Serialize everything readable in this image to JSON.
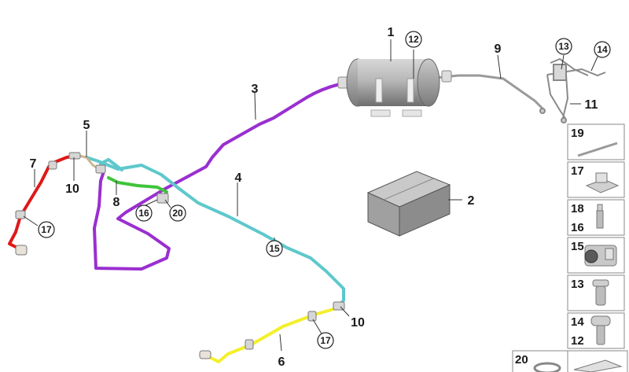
{
  "callouts": {
    "c1": "1",
    "c2": "2",
    "c3": "3",
    "c4": "4",
    "c5": "5",
    "c6": "6",
    "c7": "7",
    "c8": "8",
    "c9": "9",
    "c10a": "10",
    "c10b": "10",
    "c11": "11",
    "c12": "12",
    "c13": "13",
    "c14": "14",
    "c15": "15",
    "c16": "16",
    "c17a": "17",
    "c17b": "17",
    "c20": "20"
  },
  "side_panel": {
    "items": [
      "19",
      "17",
      "18",
      "16",
      "15",
      "13",
      "14",
      "12"
    ],
    "bottom": "20"
  },
  "colors": {
    "purple": "#9a2fd0",
    "cyan": "#5ec8cc",
    "red": "#e01818",
    "yellow": "#f4ef2a",
    "green": "#3fc43a",
    "steel": "#9a9a9a"
  }
}
